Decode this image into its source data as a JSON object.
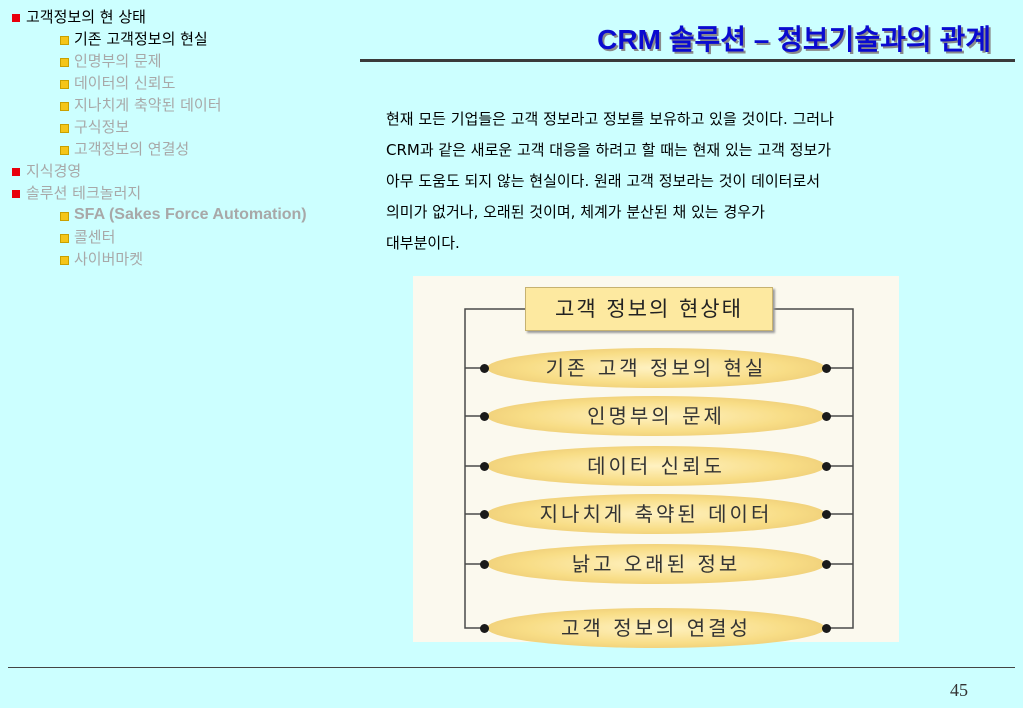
{
  "nav": [
    {
      "label": "고객정보의 현 상태",
      "level": 1,
      "state": "active"
    },
    {
      "label": "기존 고객정보의 현실",
      "level": 2,
      "state": "active"
    },
    {
      "label": "인명부의 문제",
      "level": 2,
      "state": "dim"
    },
    {
      "label": "데이터의 신뢰도",
      "level": 2,
      "state": "dim"
    },
    {
      "label": "지나치게 축약된 데이터",
      "level": 2,
      "state": "dim"
    },
    {
      "label": "구식정보",
      "level": 2,
      "state": "dim"
    },
    {
      "label": "고객정보의 연결성",
      "level": 2,
      "state": "dim"
    },
    {
      "label": "지식경영",
      "level": 1,
      "state": "dim"
    },
    {
      "label": "솔루션 테크놀러지",
      "level": 1,
      "state": "dim"
    },
    {
      "label": "SFA (Sakes Force Automation)",
      "level": 2,
      "state": "dim",
      "bold": true
    },
    {
      "label": "콜센터",
      "level": 2,
      "state": "dim"
    },
    {
      "label": "사이버마켓",
      "level": 2,
      "state": "dim"
    }
  ],
  "title": "CRM 솔루션 – 정보기술과의 관계",
  "body_lines": [
    "현재 모든 기업들은 고객 정보라고 정보를 보유하고 있을 것이다. 그러나",
    "CRM과 같은 새로운 고객 대응을 하려고 할 때는 현재 있는 고객 정보가",
    "아무 도움도 되지 않는 현실이다. 원래 고객 정보라는 것이 데이터로서",
    "의미가 없거나, 오래된 것이며, 체계가 분산된 채 있는 경우가",
    "대부분이다."
  ],
  "diagram": {
    "title": "고객 정보의 현상태",
    "items": [
      "기존 고객 정보의 현실",
      "인명부의 문제",
      "데이터 신뢰도",
      "지나치게 축약된 데이터",
      "낡고 오래된 정보",
      "고객 정보의 연결성"
    ]
  },
  "page_number": "45"
}
